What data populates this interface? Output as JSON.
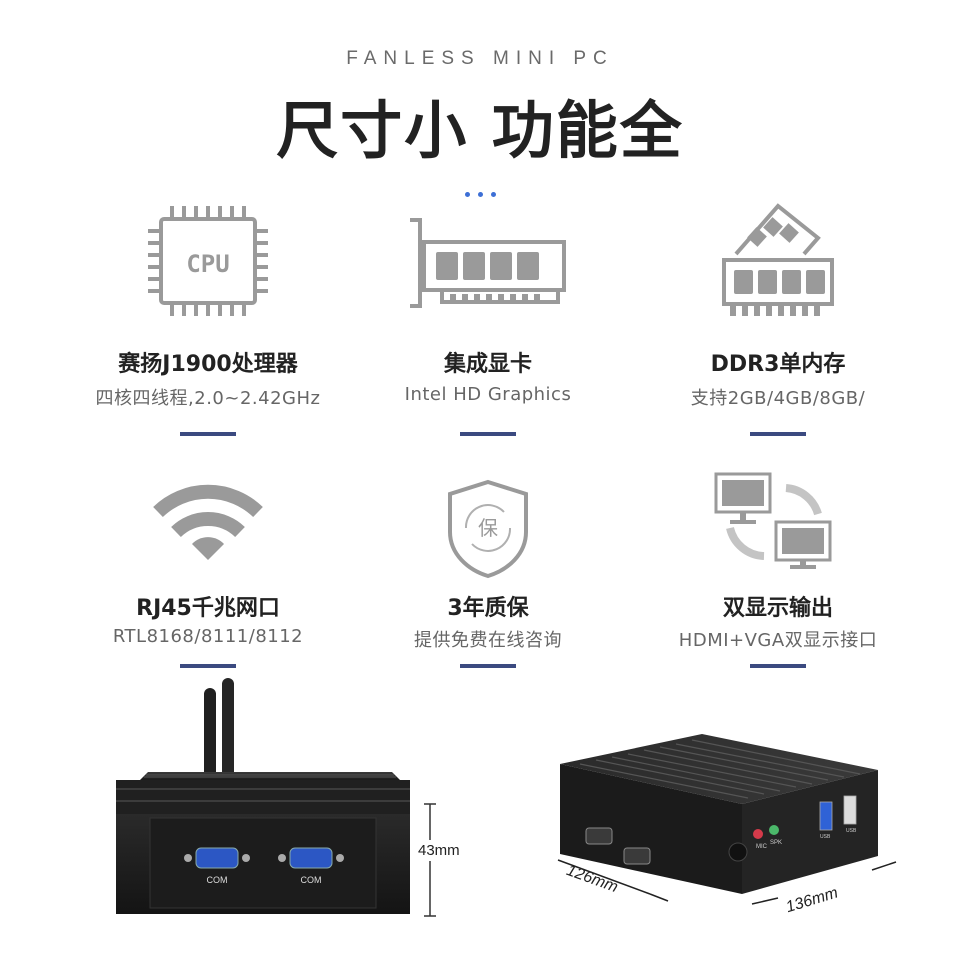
{
  "header": {
    "eyebrow": "FANLESS MINI PC",
    "headline": "尺寸小 功能全"
  },
  "features": [
    {
      "title": "赛扬J1900处理器",
      "subtitle": "四核四线程,2.0~2.42GHz",
      "icon": "cpu-icon",
      "icon_text": "CPU"
    },
    {
      "title": "集成显卡",
      "subtitle": "Intel HD Graphics",
      "icon": "graphics-card-icon"
    },
    {
      "title": "DDR3单内存",
      "subtitle": "支持2GB/4GB/8GB/",
      "icon": "memory-icon"
    },
    {
      "title": "RJ45千兆网口",
      "subtitle": "RTL8168/8111/8112",
      "icon": "wifi-icon"
    },
    {
      "title": "3年质保",
      "subtitle": "提供免费在线咨询",
      "icon": "warranty-shield-icon",
      "icon_text": "保"
    },
    {
      "title": "双显示输出",
      "subtitle": "HDMI+VGA双显示接口",
      "icon": "dual-display-icon"
    }
  ],
  "product": {
    "front_ports": [
      "COM",
      "COM"
    ],
    "height_dim": "43mm",
    "width_dim": "126mm",
    "depth_dim": "136mm",
    "audio_ports": [
      "MIC",
      "SPK"
    ],
    "usb_labels": [
      "USB",
      "USB"
    ]
  },
  "colors": {
    "accent_bar": "#3b4a80",
    "dots": "#3d6fd6",
    "icon_gray": "#9a9a9a",
    "device_black": "#1e1e1e"
  }
}
